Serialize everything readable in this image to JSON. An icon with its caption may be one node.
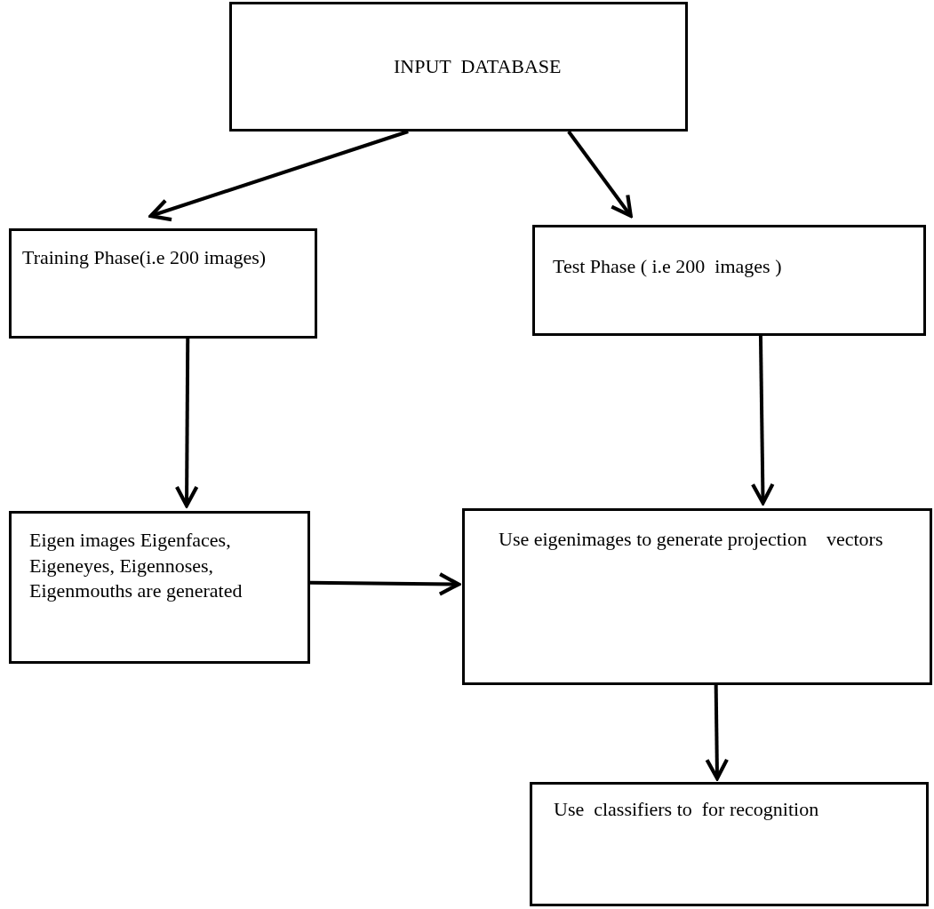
{
  "diagram": {
    "nodes": [
      {
        "text": [
          "INPUT  DATABASE"
        ]
      },
      {
        "text": [
          "Training Phase(i.e 200 images)"
        ]
      },
      {
        "text": [
          "Test Phase ( i.e 200  images )"
        ]
      },
      {
        "text": [
          "Eigen images Eigenfaces, Eigeneyes, Eigennoses, Eigenmouths are generated"
        ]
      },
      {
        "text": [
          "Use eigenimages to generate projection    vectors"
        ]
      },
      {
        "text": [
          "Use  classifiers to  for recognition"
        ]
      }
    ],
    "edges": [
      {
        "from": 0,
        "to": 1,
        "arrow": "to"
      },
      {
        "from": 0,
        "to": 2,
        "arrow": "to"
      },
      {
        "from": 1,
        "to": 3,
        "arrow": "to"
      },
      {
        "from": 2,
        "to": 4,
        "arrow": "to"
      },
      {
        "from": 3,
        "to": 4,
        "arrow": "to"
      },
      {
        "from": 4,
        "to": 5,
        "arrow": "to"
      }
    ]
  }
}
